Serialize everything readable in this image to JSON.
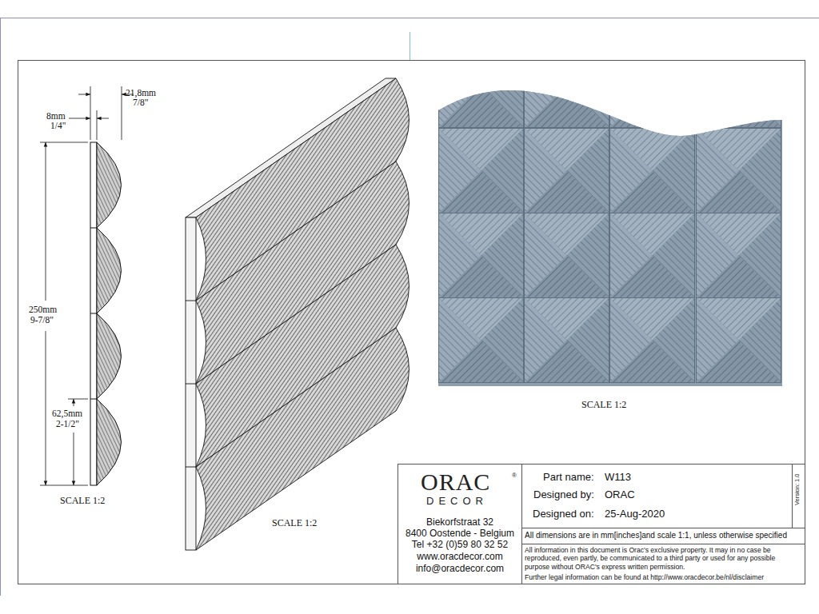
{
  "diagram": {
    "labels": [
      "21,8mm",
      "7/8\"",
      "8mm",
      "1/4\"",
      "250mm",
      "9-7/8\"",
      "62,5mm",
      "2-1/2\"",
      "SCALE 1:2",
      "SCALE 1:2",
      "SCALE 1:2",
      "ORAC",
      "®",
      "DECOR",
      "Biekorfstraat 32",
      "8400 Oostende - Belgium",
      "Tel +32 (0)59 80 32 52",
      "www.oracdecor.com",
      "info@oracdecor.com",
      "Part name:",
      "W113",
      "Designed by:",
      "ORAC",
      "Designed on:",
      "25-Aug-2020",
      "Version: 1.0",
      "All dimensions are in mm[inches]and scale 1:1, unless otherwise specified",
      "All information in this document is Orac's exclusive property. It may in no case be reproduced, even partly, be communicated to a third party or used for any possible purpose without ORAC's express written permission.",
      "Further legal information can be found at http://www.oracdecor.be/nl/disclaimer"
    ]
  }
}
